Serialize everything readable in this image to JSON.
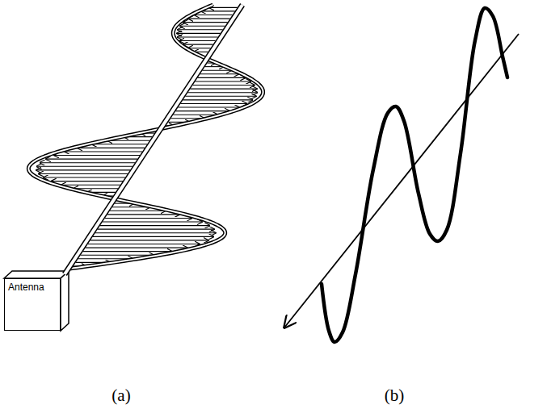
{
  "diagram": {
    "nodes": [
      {
        "text": [
          "Antenna"
        ]
      }
    ],
    "labels": [
      "(a)",
      "(b)"
    ]
  }
}
